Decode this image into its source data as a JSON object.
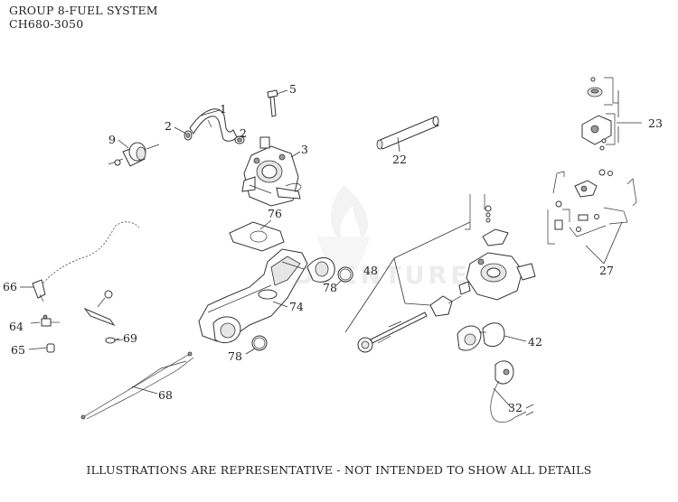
{
  "header": {
    "title": "GROUP 8-FUEL SYSTEM",
    "model": "CH680-3050"
  },
  "footer": {
    "disclaimer": "ILLUSTRATIONS ARE REPRESENTATIVE - NOT INTENDED TO SHOW ALL DETAILS"
  },
  "watermark": {
    "text": "ADVENTURE",
    "icon": "flame-logo-icon"
  },
  "callouts": {
    "c1": "1",
    "c2a": "2",
    "c2b": "2",
    "c3": "3",
    "c5": "5",
    "c9": "9",
    "c22": "22",
    "c23": "23",
    "c27": "27",
    "c32": "32",
    "c42": "42",
    "c48": "48",
    "c64": "64",
    "c65": "65",
    "c66": "66",
    "c68": "68",
    "c69": "69",
    "c74": "74",
    "c76": "76",
    "c78a": "78",
    "c78b": "78"
  }
}
